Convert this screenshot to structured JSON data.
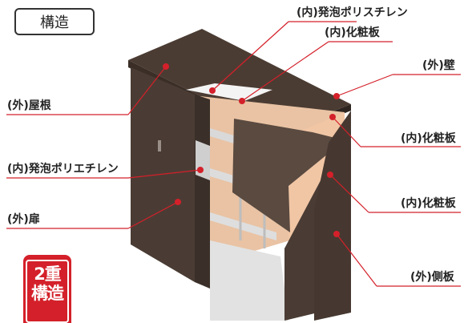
{
  "title": "構造",
  "labels": {
    "top_inner_foam": "(内)発泡ポリスチレン",
    "top_inner_board": "(内)化粧板",
    "outer_wall": "(外)壁",
    "outer_roof": "(外)屋根",
    "inner_board_1": "(内)化粧板",
    "inner_foam_ethylene": "(内)発泡ポリエチレン",
    "inner_board_2": "(内)化粧板",
    "outer_door": "(外)扉",
    "outer_side": "(外)側板"
  },
  "badge": {
    "line1": "2重",
    "line2": "構造"
  },
  "colors": {
    "leader": "#d4202a",
    "outer_panel": "#4a3c34",
    "inner_board": "#f1c6a5",
    "badge": "#d4202a"
  }
}
